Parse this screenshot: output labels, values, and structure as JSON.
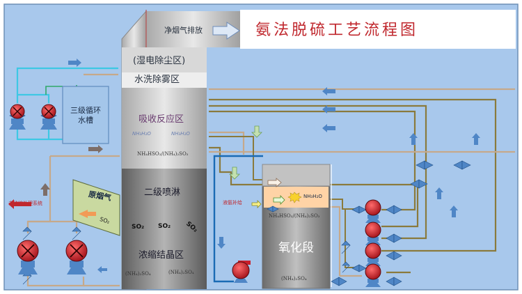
{
  "title": "氨法脱硫工艺流程图",
  "exhaust_label": "净烟气排放",
  "tower_zones": {
    "wesp": "(湿电除尘区)",
    "water_wash": "水洗除雾区",
    "absorption": "吸收反应区",
    "secondary_spray": "二级喷淋",
    "concentration": "浓缩结晶区"
  },
  "tank_label": "三级循环水槽",
  "raw_gas_label": "原烟气",
  "ammonium_system_label": "去硫铵处理系统",
  "ammonia_supplement_label": "液氨补给",
  "oxidation_label": "氧化段",
  "chem": {
    "nh3_h2o": "NH₃H₂O",
    "absorb_mix": "NH₄HSO₃/(NH₄)₂SO₃",
    "sulfate": "(NH₄)₂SO₄",
    "so2": "SO₂"
  },
  "colors": {
    "background": "#a8c8ec",
    "title": "#c0282e",
    "pipe_khaki": "#8a7a3c",
    "pipe_tan": "#c6a98a",
    "pipe_blue": "#1a6bb4",
    "pipe_cyan": "#3ec8e4",
    "arrow_blue": "#4f86c6",
    "pump_red": "#c8202c"
  }
}
